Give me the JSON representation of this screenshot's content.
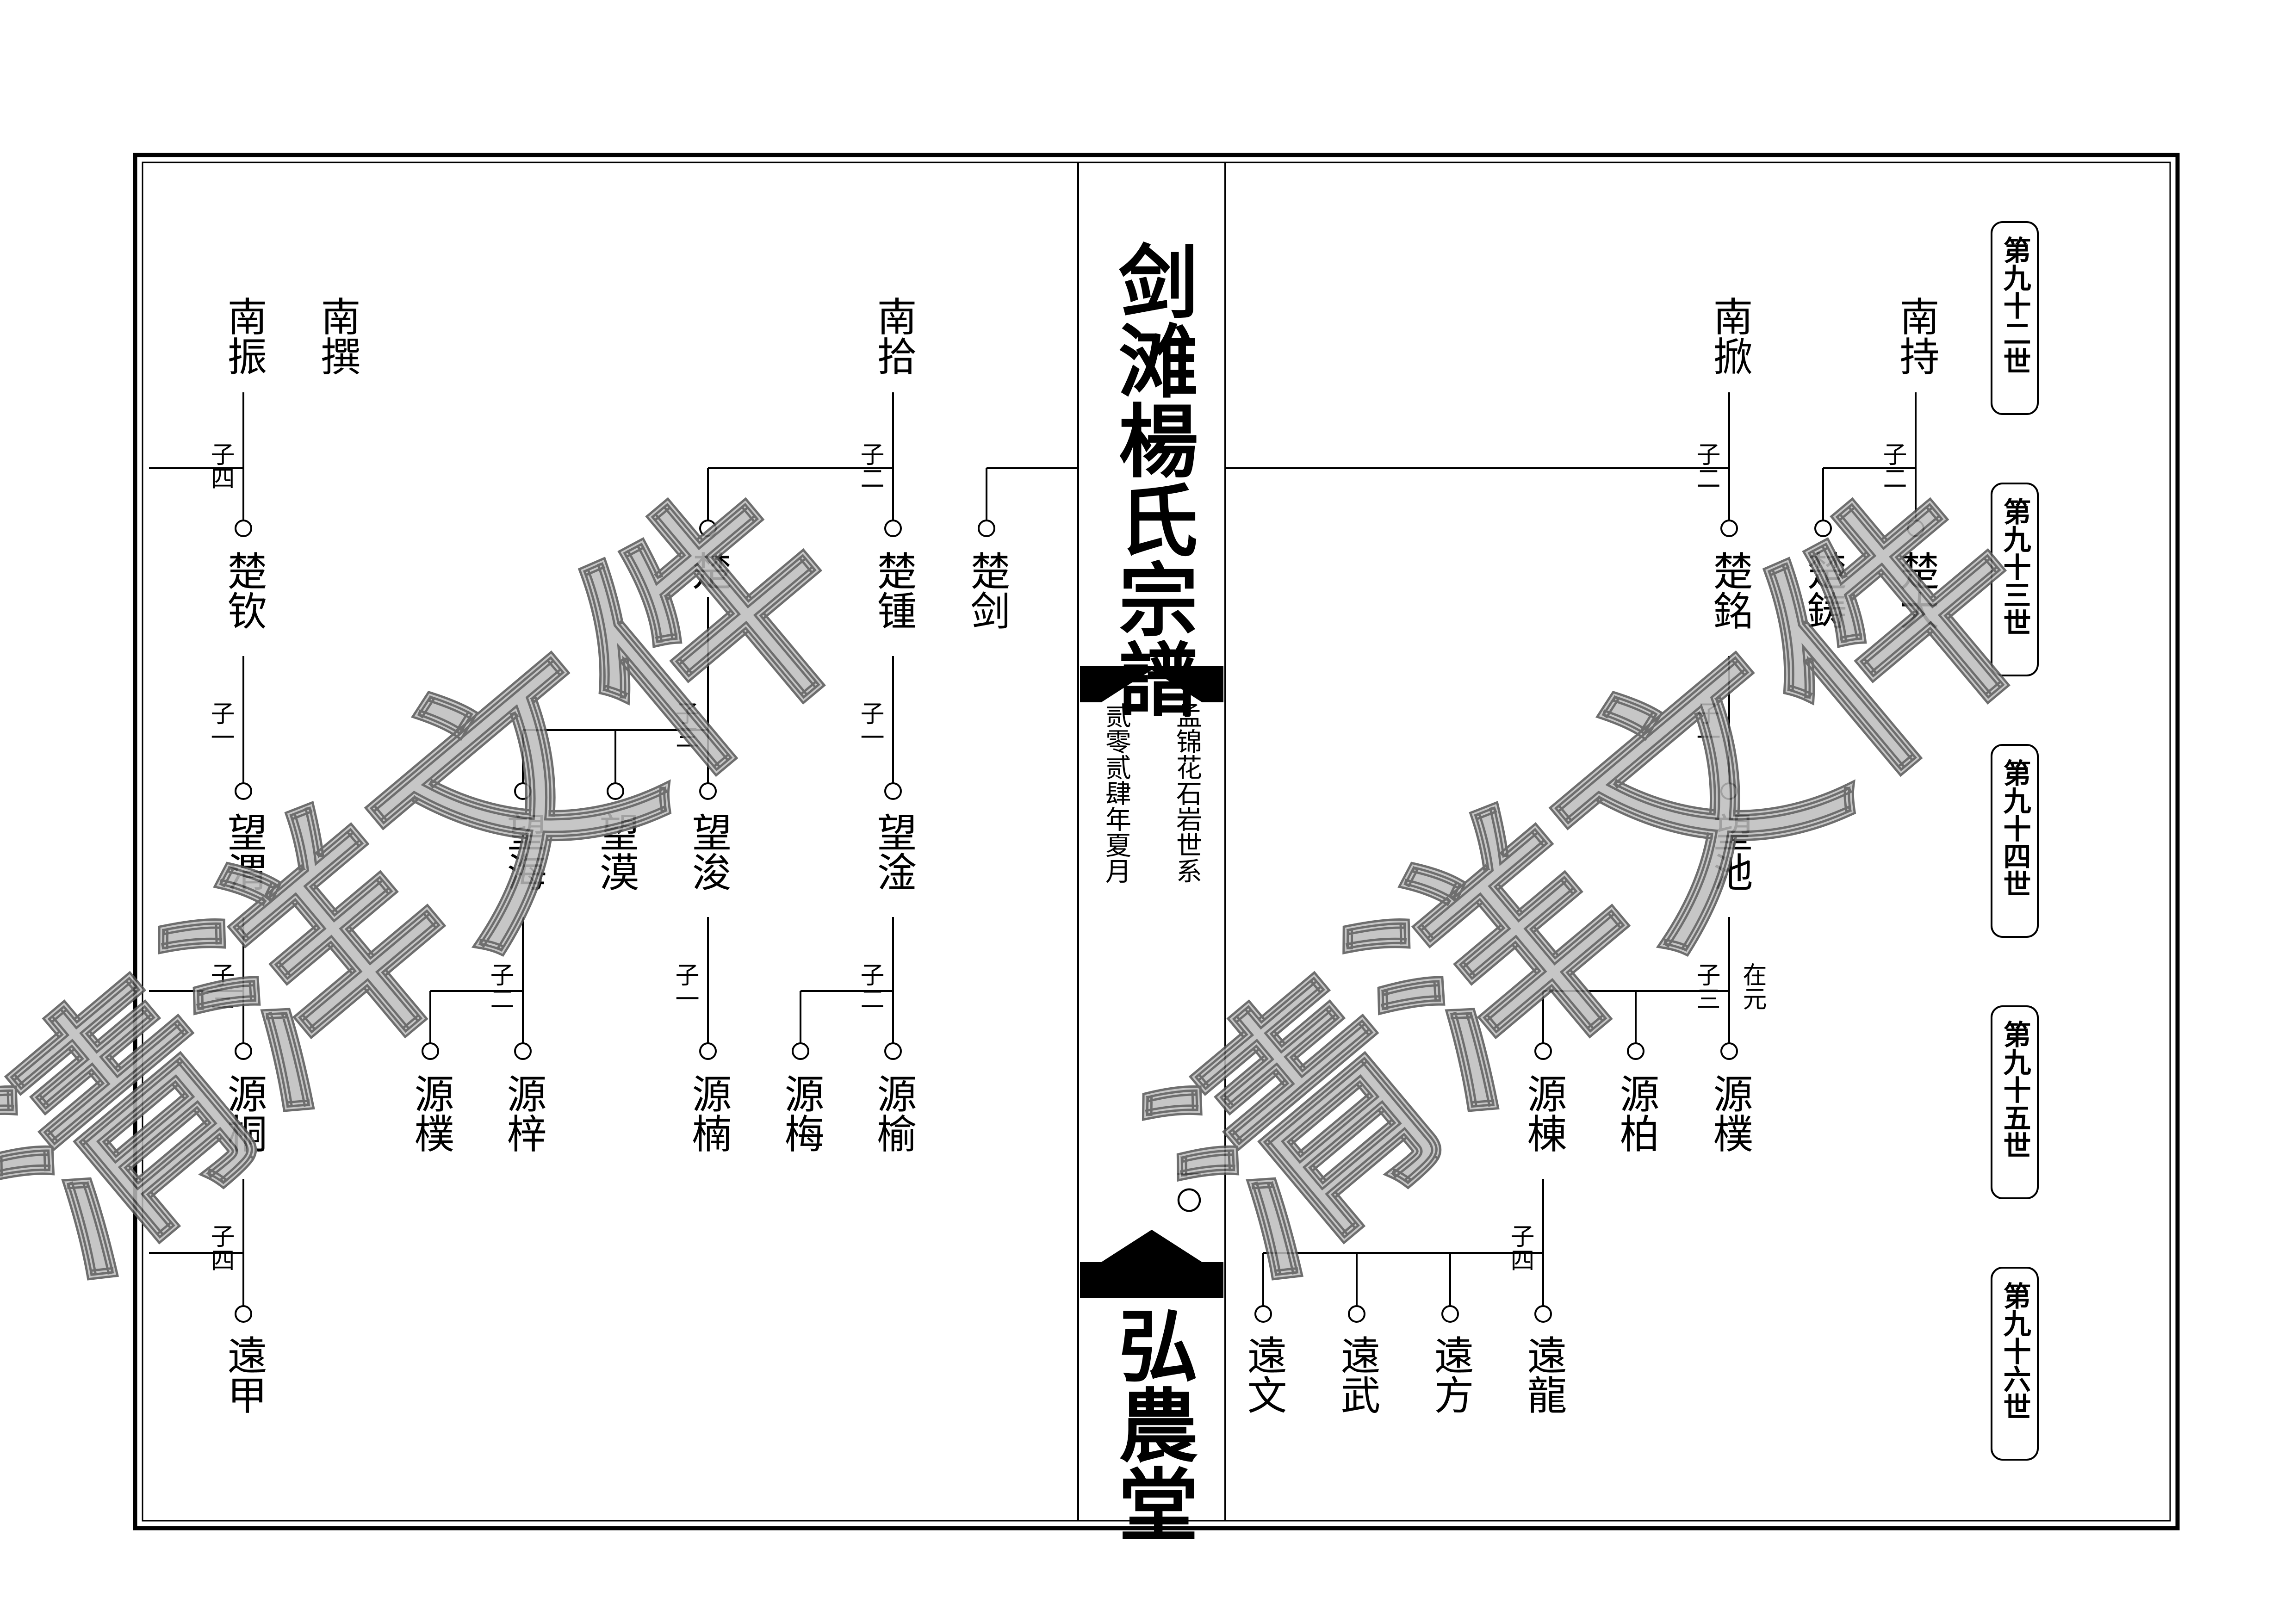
{
  "book": {
    "title_top": "剑滩楊氏宗譜",
    "title_bottom": "弘農堂",
    "lineage_label": "孟锦花石岩世系",
    "date_label": "贰零贰肆年夏月",
    "page_number": "一〇"
  },
  "generations": [
    "第九十二世",
    "第九十三世",
    "第九十四世",
    "第九十五世",
    "第九十六世"
  ],
  "watermark": "清洋文件",
  "persons": {
    "r_nanchi": "南持",
    "r_nanxian": "南掀",
    "r_chuda": "楚大",
    "r_chuzhu": "楚鋳",
    "r_chuming": "楚銘",
    "r_wangchi": "望池",
    "r_yuanpu": "源樸",
    "r_yuanbai": "源柏",
    "r_yuandong": "源棟",
    "r_yuanlong": "遠龍",
    "r_yuanfang": "遠方",
    "r_yuanwu": "遠武",
    "r_yuanwen": "遠文",
    "l_chujian": "楚剑",
    "l_nanshi": "南拾",
    "l_chuzhong": "楚锺",
    "l_chu": "楚",
    "l_wangquan": "望淦",
    "l_wangjun": "望浚",
    "l_wangmo": "望漠",
    "l_wanghai": "望海",
    "l_yuanyu": "源榆",
    "l_yuanmei": "源梅",
    "l_yuannan": "源楠",
    "l_yuanzi": "源梓",
    "l_yuanpu2": "源樸",
    "l_nanzhuan": "南撰",
    "l_nanzhen": "南振",
    "l_chuqin": "楚钦",
    "l_wangwei": "望渭",
    "l_yuantong": "源桐",
    "l_yuanjia": "遠甲"
  },
  "child_counts": {
    "r_chi_2": "子二",
    "r_xian_2": "子二",
    "r_ming_1": "子一",
    "r_chi_3": "子三",
    "r_dong_4": "子四",
    "l_shi_2": "子二",
    "l_chu_3": "子三",
    "l_zhong_1": "子一",
    "l_jun_1": "子一",
    "l_quan_2": "子二",
    "l_hai_2": "子二",
    "l_zhen_4": "子四",
    "l_wei_3": "子三",
    "l_tong_4": "子四"
  },
  "notes": {
    "zai_yuan": "在元"
  }
}
